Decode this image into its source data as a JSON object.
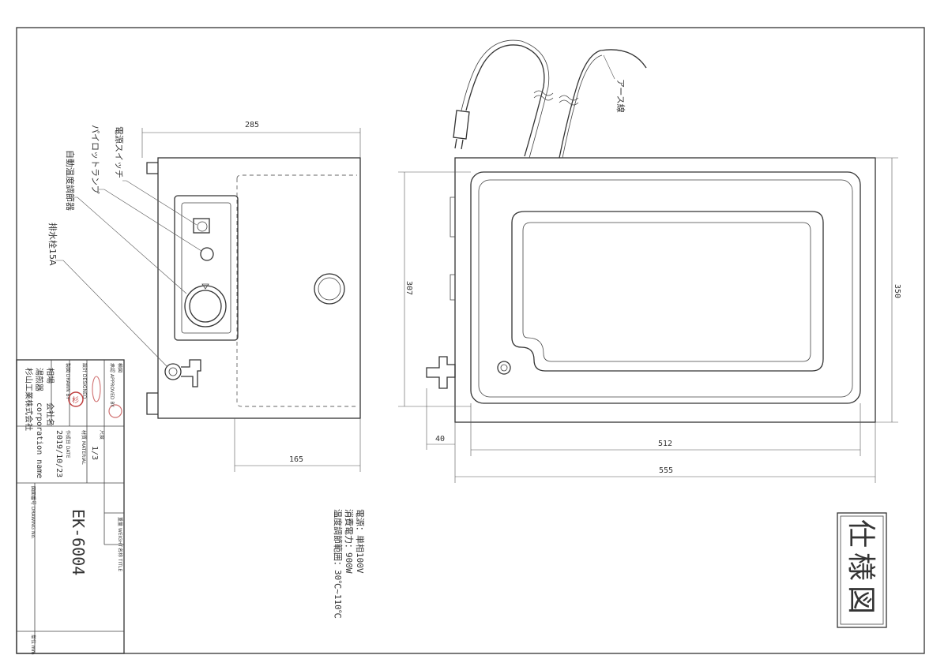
{
  "views": {
    "side": {
      "width_dim": "285",
      "offset_dim": "165",
      "callouts": [
        "電源スイッチ",
        "パイロットランプ",
        "自動温度調節器",
        "排水栓15A"
      ]
    },
    "front": {
      "height_inner_dim": "307",
      "height_outer_dim": "350",
      "width_inner_dim": "512",
      "width_outer_dim": "555",
      "offset_dim": "40",
      "cord_label": "アース線"
    }
  },
  "specs": {
    "power": "電源：単相100V",
    "consumption": "消費電力：900W",
    "temp_range": "温度調節範囲：30℃~110℃"
  },
  "stamp_text": "仕様図",
  "title_block": {
    "company_label": "会社名",
    "company_name_en": "corporation name",
    "company_name": "杉山工業株式会社",
    "date_label": "作成日 DATE",
    "date": "2019/10/23",
    "scale_label": "尺度",
    "scale": "1/3",
    "material_label": "材質 MATERIAL",
    "drawing_no_label": "図面番号 DRAWING No.",
    "drawing_no": "EK-6004",
    "name_label": "名称",
    "name": "湯煎器",
    "checked_label": "検図",
    "approved_label": "承認 APPROVED BY",
    "designed_label": "設計 DESIGNED",
    "drawn_label": "製図 DRAWN BY",
    "person_label": "相場",
    "weight_label": "重量 WEIGHT",
    "title_label": "名称 TITLE",
    "unit_label": "単位 mm"
  }
}
